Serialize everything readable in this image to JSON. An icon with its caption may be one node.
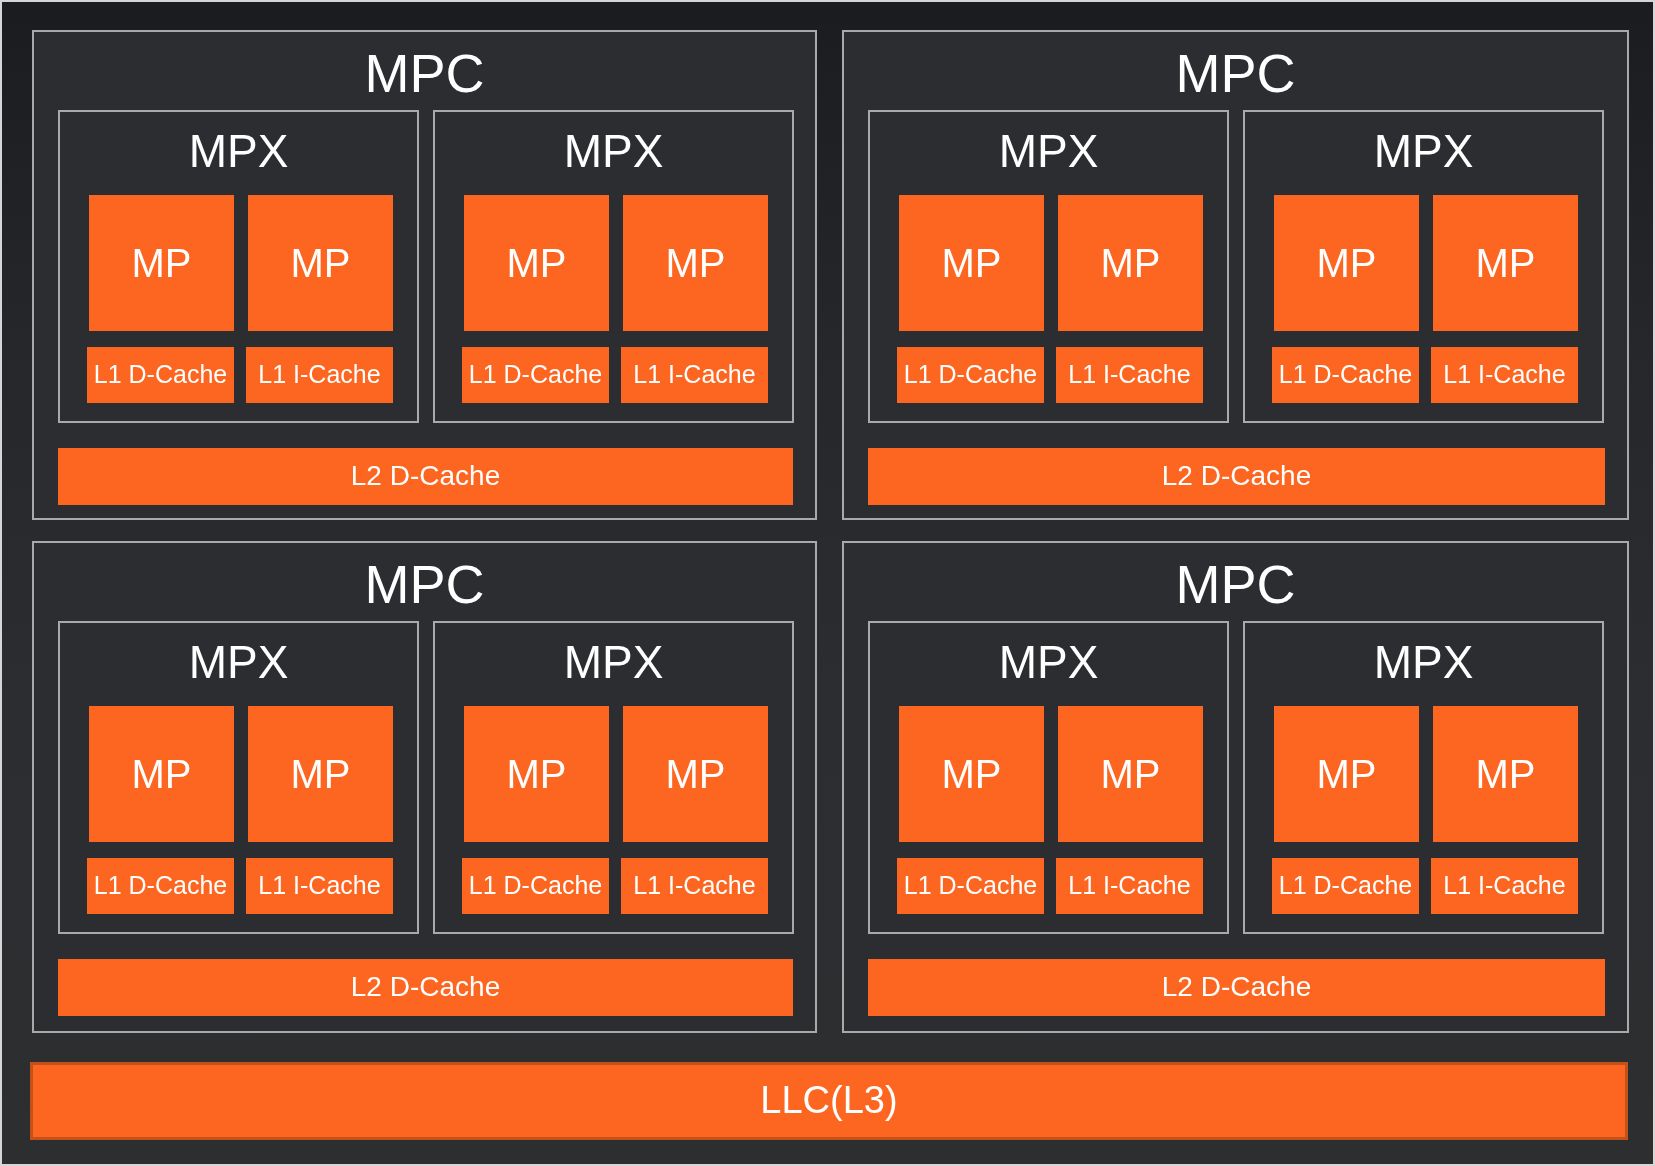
{
  "diagram": {
    "nodes": [
      {
        "text": [
          "MPC"
        ]
      },
      {
        "text": [
          "MPX"
        ],
        "in": 0
      },
      {
        "text": [
          "MP"
        ],
        "in": 1
      },
      {
        "text": [
          "MP"
        ],
        "in": 1
      },
      {
        "text": [
          "L1 D-Cache"
        ],
        "in": 1
      },
      {
        "text": [
          "L1 I-Cache"
        ],
        "in": 1
      },
      {
        "text": [
          "MPX"
        ],
        "in": 0
      },
      {
        "text": [
          "MP"
        ],
        "in": 6
      },
      {
        "text": [
          "MP"
        ],
        "in": 6
      },
      {
        "text": [
          "L1 D-Cache"
        ],
        "in": 6
      },
      {
        "text": [
          "L1 I-Cache"
        ],
        "in": 6
      },
      {
        "text": [
          "L2 D-Cache"
        ],
        "in": 0
      },
      {
        "text": [
          "MPC"
        ]
      },
      {
        "text": [
          "MPX"
        ],
        "in": 12
      },
      {
        "text": [
          "MP"
        ],
        "in": 13
      },
      {
        "text": [
          "MP"
        ],
        "in": 13
      },
      {
        "text": [
          "L1 D-Cache"
        ],
        "in": 13
      },
      {
        "text": [
          "L1 I-Cache"
        ],
        "in": 13
      },
      {
        "text": [
          "MPX"
        ],
        "in": 12
      },
      {
        "text": [
          "MP"
        ],
        "in": 18
      },
      {
        "text": [
          "MP"
        ],
        "in": 18
      },
      {
        "text": [
          "L1 D-Cache"
        ],
        "in": 18
      },
      {
        "text": [
          "L1 I-Cache"
        ],
        "in": 18
      },
      {
        "text": [
          "L2 D-Cache"
        ],
        "in": 12
      },
      {
        "text": [
          "MPC"
        ]
      },
      {
        "text": [
          "MPX"
        ],
        "in": 24
      },
      {
        "text": [
          "MP"
        ],
        "in": 25
      },
      {
        "text": [
          "MP"
        ],
        "in": 25
      },
      {
        "text": [
          "L1 D-Cache"
        ],
        "in": 25
      },
      {
        "text": [
          "L1 I-Cache"
        ],
        "in": 25
      },
      {
        "text": [
          "MPX"
        ],
        "in": 24
      },
      {
        "text": [
          "MP"
        ],
        "in": 30
      },
      {
        "text": [
          "MP"
        ],
        "in": 30
      },
      {
        "text": [
          "L1 D-Cache"
        ],
        "in": 30
      },
      {
        "text": [
          "L1 I-Cache"
        ],
        "in": 30
      },
      {
        "text": [
          "L2 D-Cache"
        ],
        "in": 24
      },
      {
        "text": [
          "MPC"
        ]
      },
      {
        "text": [
          "MPX"
        ],
        "in": 36
      },
      {
        "text": [
          "MP"
        ],
        "in": 37
      },
      {
        "text": [
          "MP"
        ],
        "in": 37
      },
      {
        "text": [
          "L1 D-Cache"
        ],
        "in": 37
      },
      {
        "text": [
          "L1 I-Cache"
        ],
        "in": 37
      },
      {
        "text": [
          "MPX"
        ],
        "in": 36
      },
      {
        "text": [
          "MP"
        ],
        "in": 42
      },
      {
        "text": [
          "MP"
        ],
        "in": 42
      },
      {
        "text": [
          "L1 D-Cache"
        ],
        "in": 42
      },
      {
        "text": [
          "L1 I-Cache"
        ],
        "in": 42
      },
      {
        "text": [
          "L2 D-Cache"
        ],
        "in": 36
      },
      {
        "text": [
          "LLC(L3)"
        ]
      }
    ]
  }
}
